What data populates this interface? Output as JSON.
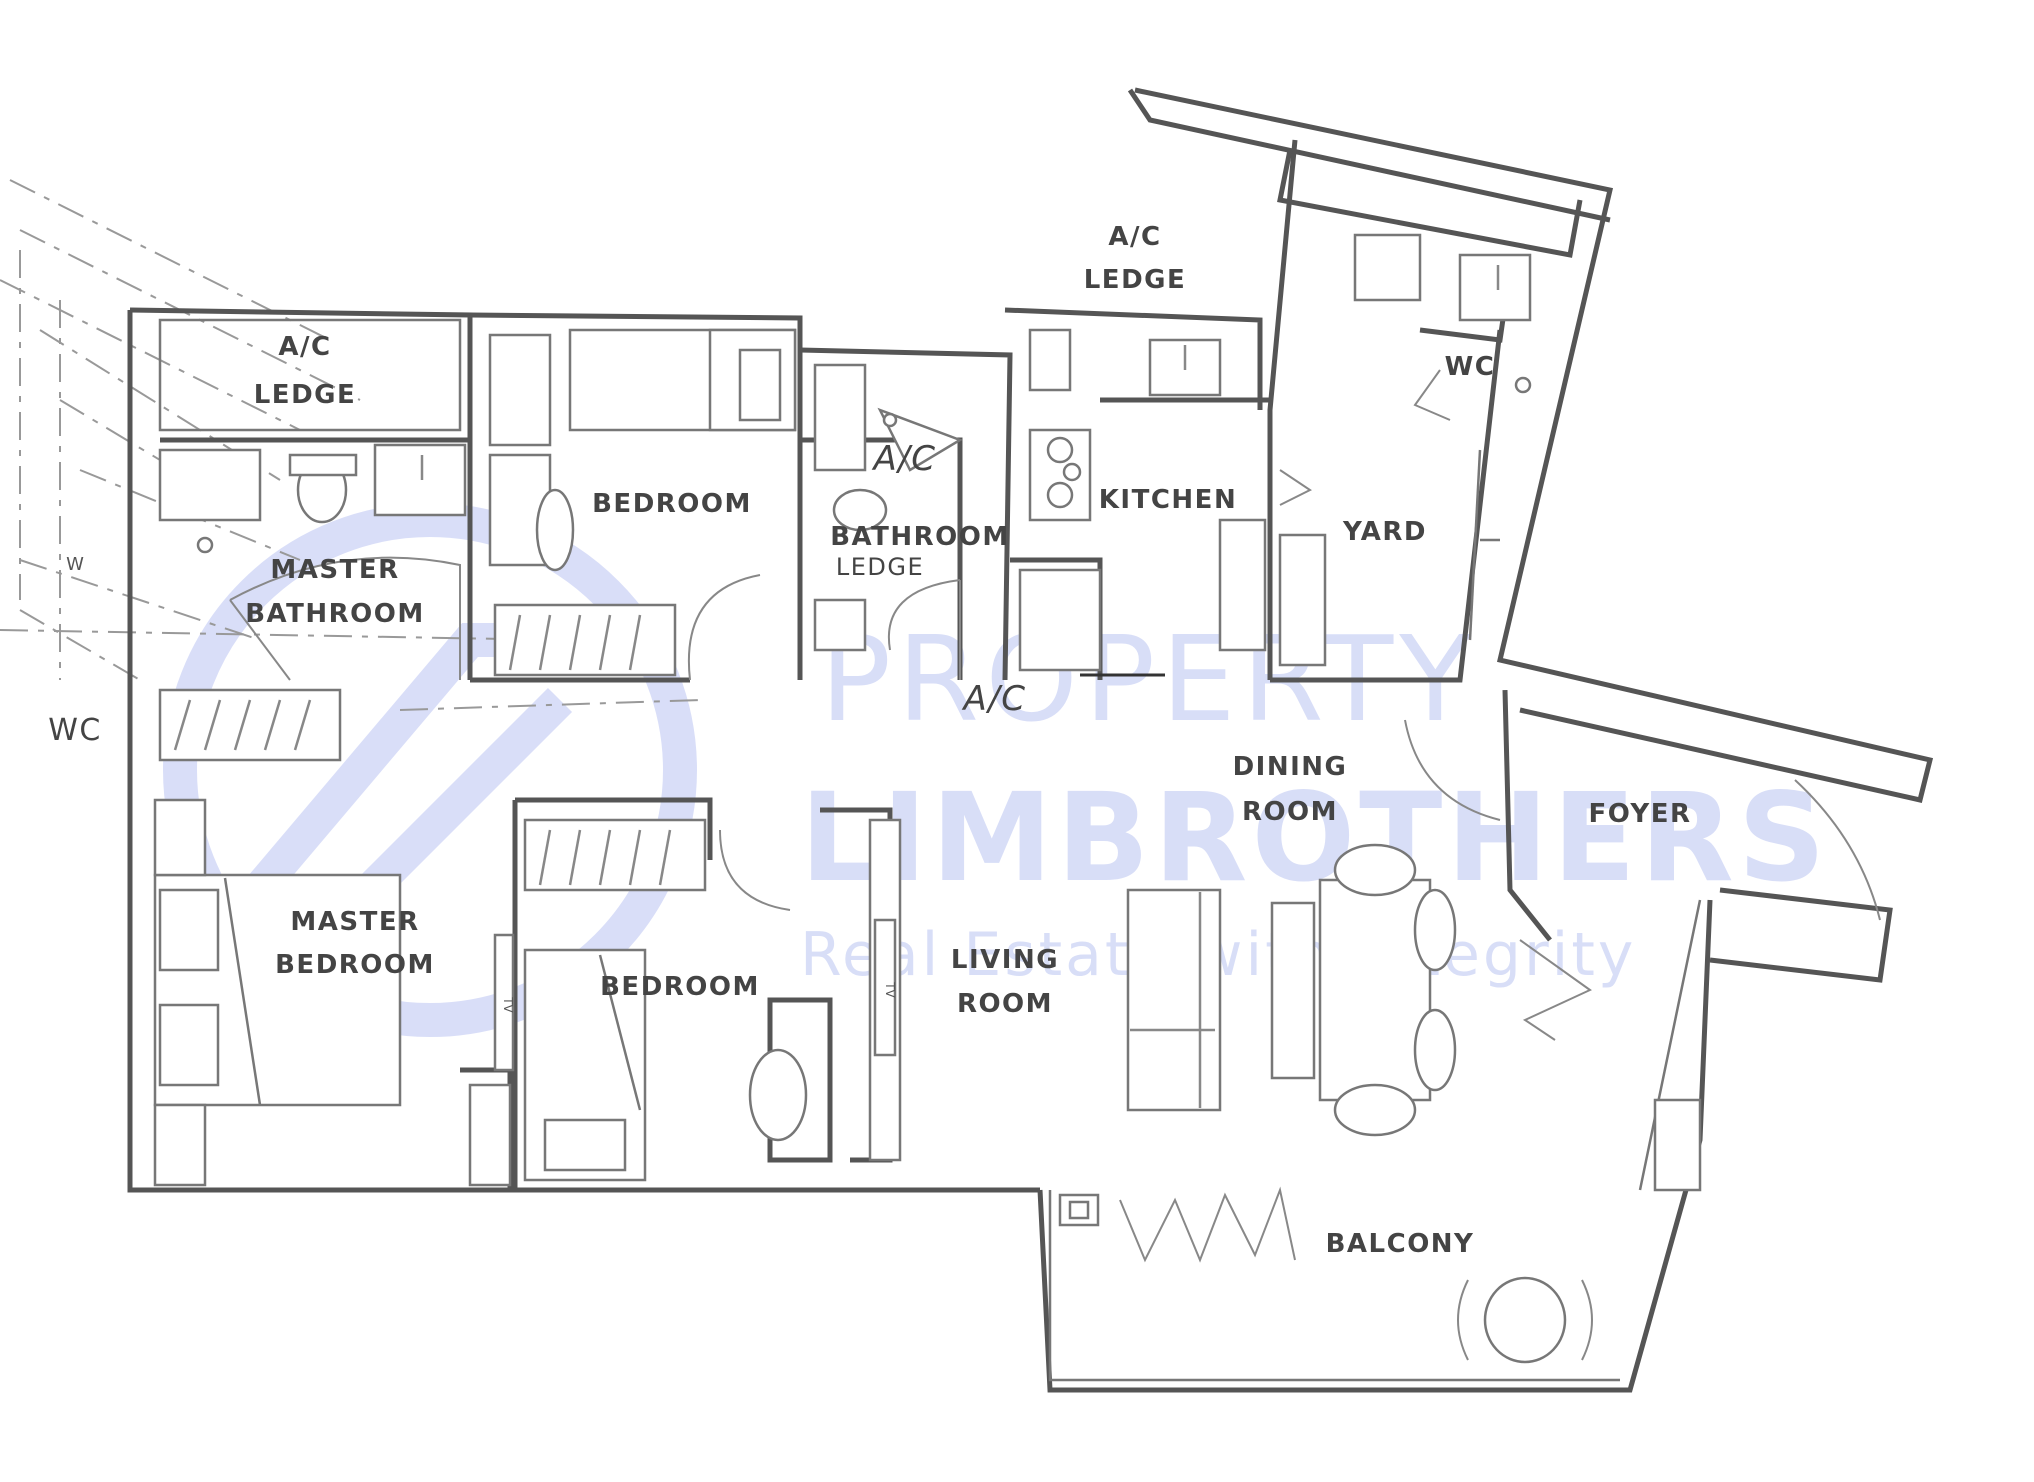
{
  "rooms": {
    "ac_ledge_left_1": "A/C",
    "ac_ledge_left_2": "LEDGE",
    "ac_ledge_top_1": "A/C",
    "ac_ledge_top_2": "LEDGE",
    "bedroom_top": "BEDROOM",
    "ac_mid": "A/C",
    "ac_lower": "A/C",
    "bathroom": "BATHROOM",
    "ledge_mid": "LEDGE",
    "kitchen": "KITCHEN",
    "yard": "YARD",
    "wc_right": "WC",
    "wc_left": "WC",
    "master_bathroom_1": "MASTER",
    "master_bathroom_2": "BATHROOM",
    "dining_room_1": "DINING",
    "dining_room_2": "ROOM",
    "foyer": "FOYER",
    "master_bedroom_1": "MASTER",
    "master_bedroom_2": "BEDROOM",
    "bedroom_bottom": "BEDROOM",
    "living_room_1": "LIVING",
    "living_room_2": "ROOM",
    "balcony": "BALCONY",
    "tv_left": "TV",
    "tv_right": "TV",
    "w_mark": "W"
  },
  "watermark": {
    "line1": "PROPERTY",
    "line2": "LIMBROTHERS",
    "line3": "Real Estate with Integrity"
  },
  "colors": {
    "wall": "#555555",
    "watermark": "#ccd3f5"
  }
}
